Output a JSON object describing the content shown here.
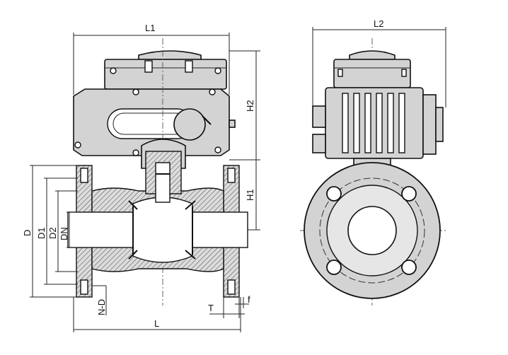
{
  "dimensions": {
    "L1": "L1",
    "L2": "L2",
    "H1": "H1",
    "H2": "H2",
    "L": "L",
    "D": "D",
    "D1": "D1",
    "D2": "D2",
    "DN": "DN",
    "ND": "N-D",
    "T": "T",
    "f": "f"
  }
}
